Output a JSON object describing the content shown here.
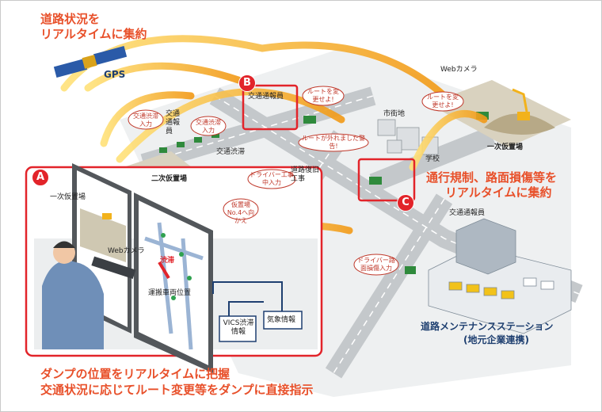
{
  "headings": {
    "top_line1": "道路状況を",
    "top_line2": "リアルタイムに集約",
    "right_line1": "通行規制、路面損傷等を",
    "right_line2": "リアルタイムに集約",
    "bottom_line1": "ダンプの位置をリアルタイムに把握",
    "bottom_line2": "交通状況に応じてルート変更等をダンプに直接指示"
  },
  "markers": {
    "a": "A",
    "b": "B",
    "c": "C"
  },
  "labels": {
    "gps": "GPS",
    "webcam_top": "Webカメラ",
    "webcam_monitor": "Webカメラ",
    "primary_yard_right": "一次仮置場",
    "primary_yard_monitor": "一次仮置場",
    "secondary_yard": "二次仮置場",
    "traffic_jam": "交通渋滞",
    "city": "市街地",
    "school": "学校",
    "road_work": "道路復旧工事",
    "traffic_officer_b": "交通通報員",
    "traffic_officer_left": "交通通報員",
    "traffic_officer_right": "交通通報員",
    "map_jam": "渋滞",
    "vehicle_position": "運搬車両位置",
    "vics": "VICS渋滞情報",
    "weather": "気象情報",
    "station_line1": "道路メンテナンスステーション",
    "station_line2": "(地元企業連携)"
  },
  "bubbles": {
    "jam_input_1": "交通渋滞入力",
    "jam_input_2": "交通渋滞入力",
    "change_route_b": "ルートを変更せよ!",
    "change_route_cam": "ルートを変更せよ!",
    "off_route_warning": "ルートが外れました警告!",
    "driver_work_input": "ドライバー工事中入力",
    "yard_no4": "仮置場No.4へ向かえ",
    "driver_damage_input": "ドライバー路面損傷入力"
  },
  "colors": {
    "accent_orange": "#e8502a",
    "marker_red": "#e2242a",
    "road_gray": "#bfc3c6",
    "ground_gray": "#e6e8ea",
    "signal_yellow": "#f6b800"
  },
  "icons": [
    "satellite-icon",
    "phone-icon",
    "truck-icon",
    "excavator-icon",
    "operator-icon",
    "building-icon",
    "camera-icon"
  ]
}
